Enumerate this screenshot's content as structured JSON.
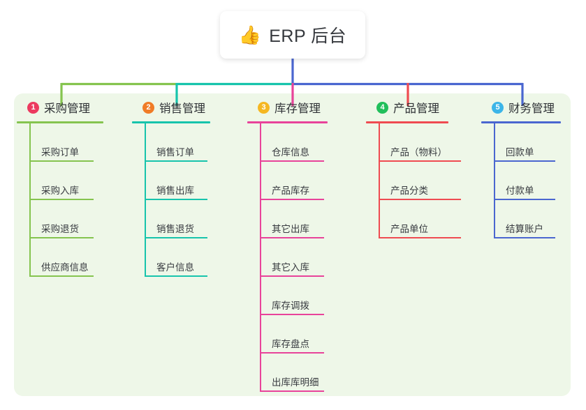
{
  "diagram": {
    "type": "mind-map",
    "background_color": "#ffffff",
    "panel_color": "#eef7e8"
  },
  "root": {
    "icon": "thumbs-up-icon",
    "emoji": "👍",
    "title": "ERP 后台",
    "card_color": "#ffffff"
  },
  "branches": [
    {
      "number": "1",
      "title": "采购管理",
      "badge_color": "#ec3a5f",
      "line_color": "#85c44f",
      "items": [
        "采购订单",
        "采购入库",
        "采购退货",
        "供应商信息"
      ]
    },
    {
      "number": "2",
      "title": "销售管理",
      "badge_color": "#f07c27",
      "line_color": "#17c4ac",
      "items": [
        "销售订单",
        "销售出库",
        "销售退货",
        "客户信息"
      ]
    },
    {
      "number": "3",
      "title": "库存管理",
      "badge_color": "#f5b722",
      "line_color": "#e8439a",
      "items": [
        "仓库信息",
        "产品库存",
        "其它出库",
        "其它入库",
        "库存调拨",
        "库存盘点",
        "出库库明细"
      ]
    },
    {
      "number": "4",
      "title": "产品管理",
      "badge_color": "#21bf5b",
      "line_color": "#ef4b51",
      "items": [
        "产品（物料）",
        "产品分类",
        "产品单位"
      ]
    },
    {
      "number": "5",
      "title": "财务管理",
      "badge_color": "#3cb5e8",
      "line_color": "#4a66d0",
      "items": [
        "回款单",
        "付款单",
        "结算账户"
      ]
    }
  ],
  "connectors": {
    "stem_color": "#4a66d0",
    "segments": [
      {
        "name": "segment-purchase",
        "color": "#85c44f"
      },
      {
        "name": "segment-sales",
        "color": "#17c4ac"
      },
      {
        "name": "segment-inventory",
        "color": "#e8439a"
      },
      {
        "name": "segment-product",
        "color": "#ef4b51"
      },
      {
        "name": "segment-finance",
        "color": "#4a66d0"
      }
    ]
  }
}
